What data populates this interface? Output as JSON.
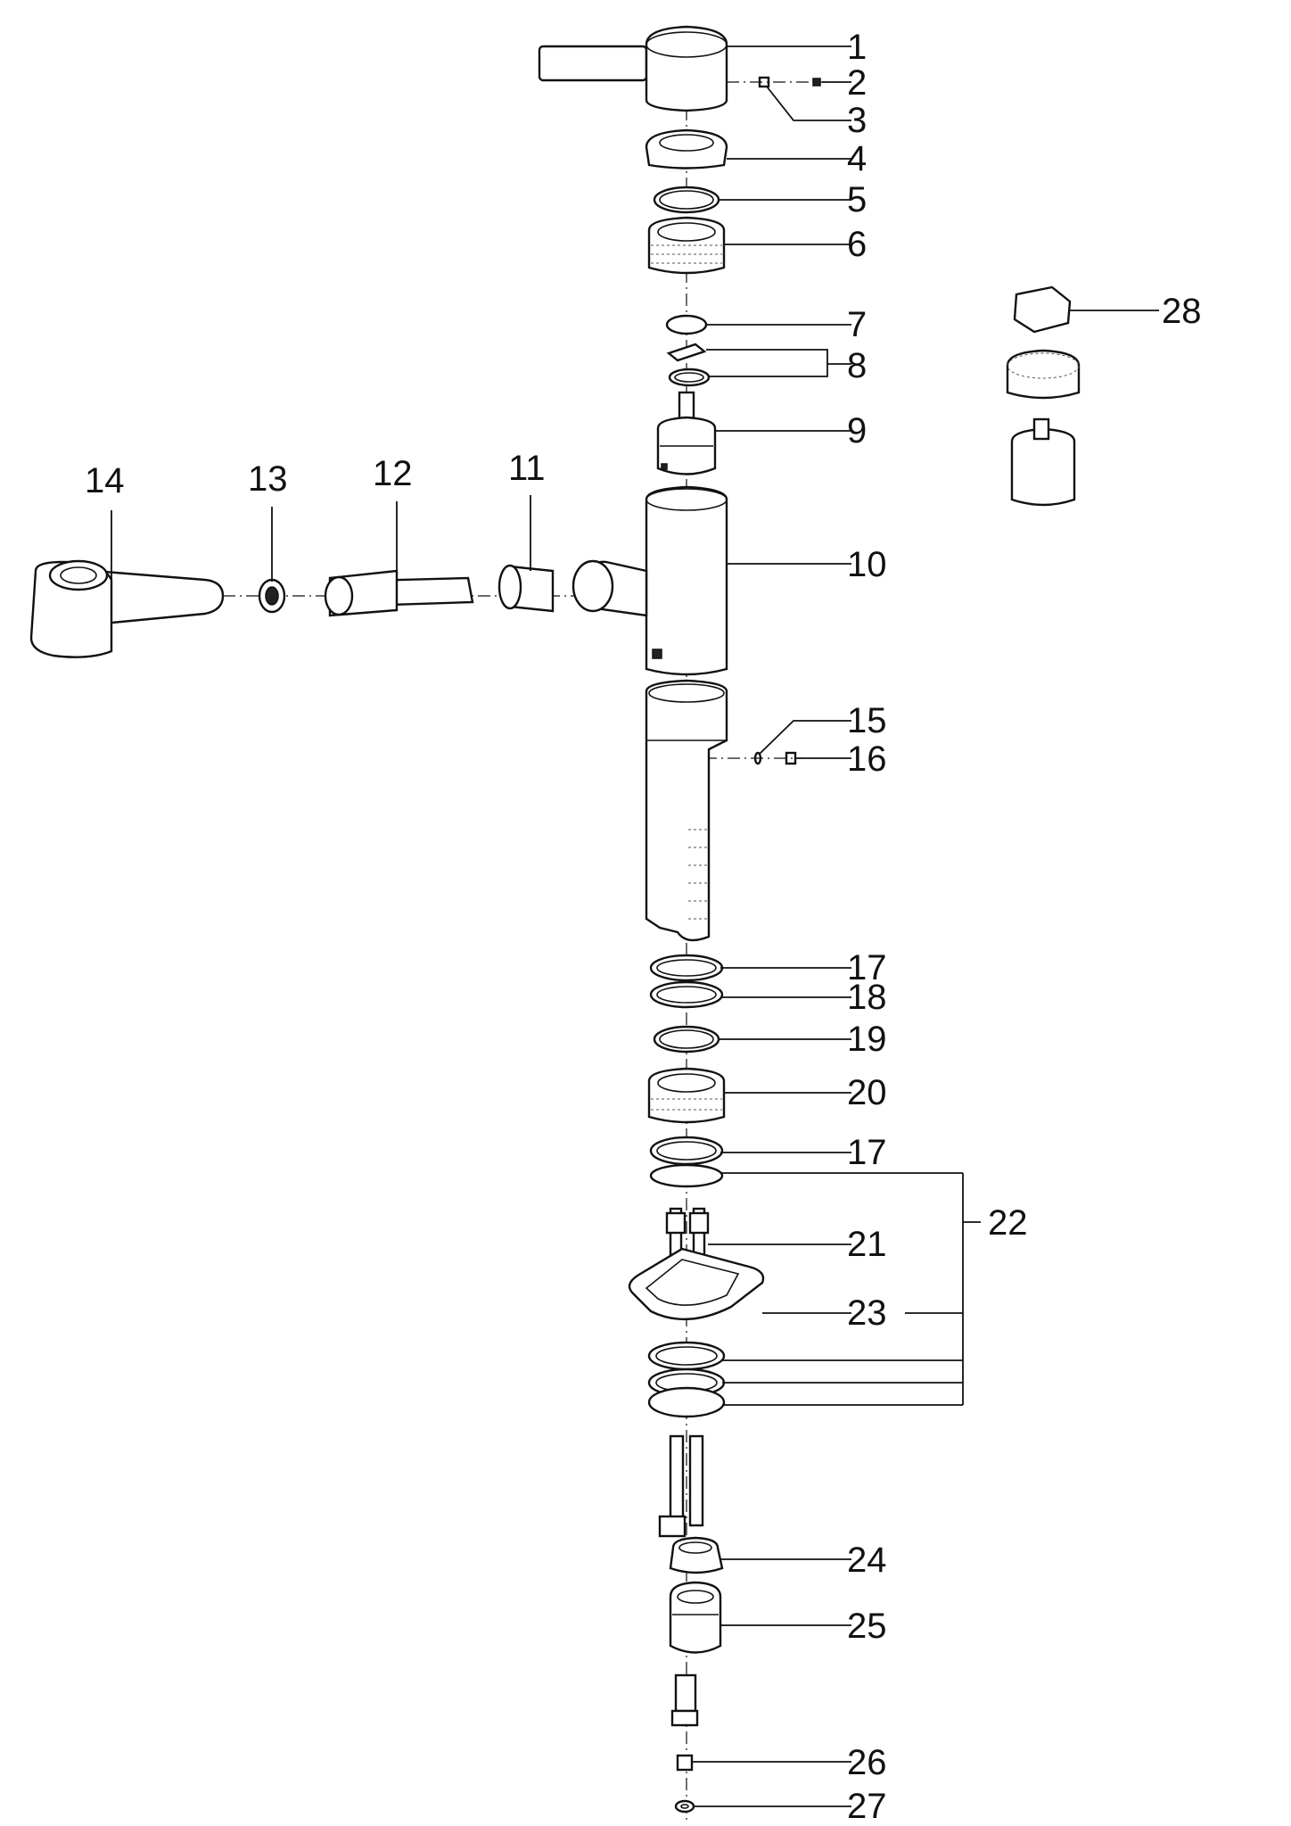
{
  "callouts": [
    "1",
    "2",
    "3",
    "4",
    "5",
    "6",
    "7",
    "8",
    "9",
    "10",
    "11",
    "12",
    "13",
    "14",
    "15",
    "16",
    "17",
    "18",
    "19",
    "20",
    "17",
    "22",
    "21",
    "23",
    "24",
    "25",
    "26",
    "27",
    "28"
  ],
  "colors": {
    "line": "#111111",
    "background": "#ffffff"
  }
}
